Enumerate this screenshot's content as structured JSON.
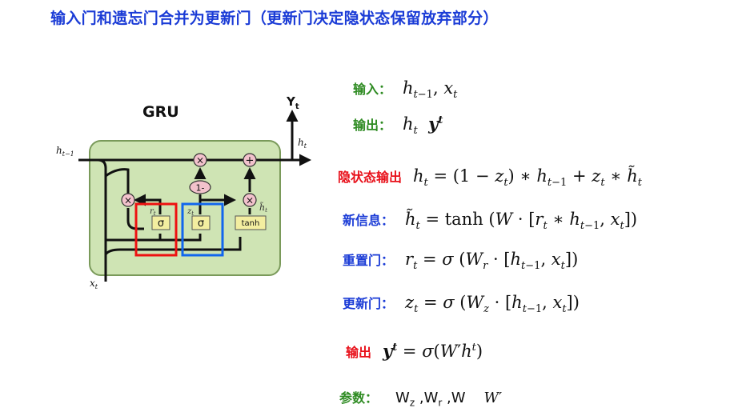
{
  "title": "输入门和遗忘门合并为更新门（更新门决定隐状态保留放弃部分）",
  "diagram": {
    "heading": "GRU",
    "label_yt": "Y",
    "label_yt_sub": "t",
    "label_h_prev": "h",
    "label_h_prev_sub": "t−1",
    "label_h_out": "h",
    "label_h_out_sub": "t",
    "label_x": "x",
    "label_x_sub": "t",
    "label_r": "r",
    "label_r_sub": "t",
    "label_z": "z",
    "label_z_sub": "t",
    "label_htilde": "h̃",
    "label_htilde_sub": "t",
    "op_multiply": "×",
    "op_add": "+",
    "op_one_minus": "1-",
    "gate_sigma_1": "σ",
    "gate_sigma_2": "σ",
    "gate_tanh": "tanh",
    "colors": {
      "cell_bg": "#cfe4b4",
      "cell_border": "#7a9a5a",
      "gate_fill": "#f3eea0",
      "op_fill": "#f2c2cc",
      "reset_box": "#ee1111",
      "update_box": "#1166ee"
    }
  },
  "equations": {
    "input_label": "输入：",
    "input_expr": "h_{t−1}, x_t",
    "output_label": "输出：",
    "output_expr": "h_t  y^t",
    "hidden_label": "隐状态输出",
    "hidden_expr": "h_t = (1 − z_t) ∗ h_{t−1} + z_t ∗ h̃_t",
    "newinfo_label": "新信息：",
    "newinfo_expr": "h̃_t = tanh(W · [r_t ∗ h_{t−1}, x_t])",
    "reset_label": "重置门：",
    "reset_expr": "r_t = σ(W_r · [h_{t−1}, x_t])",
    "update_label": "更新门：",
    "update_expr": "z_t = σ(W_z · [h_{t−1}, x_t])",
    "yout_label": "输出",
    "yout_expr": "y^t = σ(W′h^t)",
    "params_label": "参数：",
    "params_expr": "W_z ,W_r ,W   W′"
  }
}
